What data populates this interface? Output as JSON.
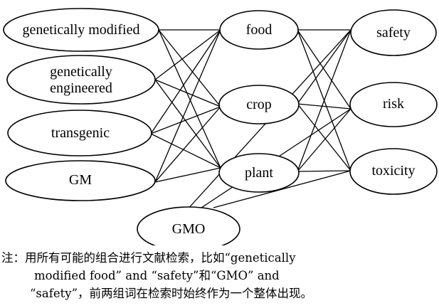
{
  "nodes": {
    "genetically_modified": "genetically modified",
    "genetically_engineered_1": "genetically",
    "genetically_engineered_2": "engineered",
    "transgenic": "transgenic",
    "gm": "GM",
    "gmo": "GMO",
    "food": "food",
    "crop": "crop",
    "plant": "plant",
    "safety": "safety",
    "risk": "risk",
    "toxicity": "toxicity"
  },
  "note": {
    "line1": "注：用所有可能的组合进行文献检索，比如“genetically",
    "line2": "modified food” and “safety”和“GMO” and",
    "line3": "“safety”，前两组词在检索时始终作为一个整体出现。"
  }
}
